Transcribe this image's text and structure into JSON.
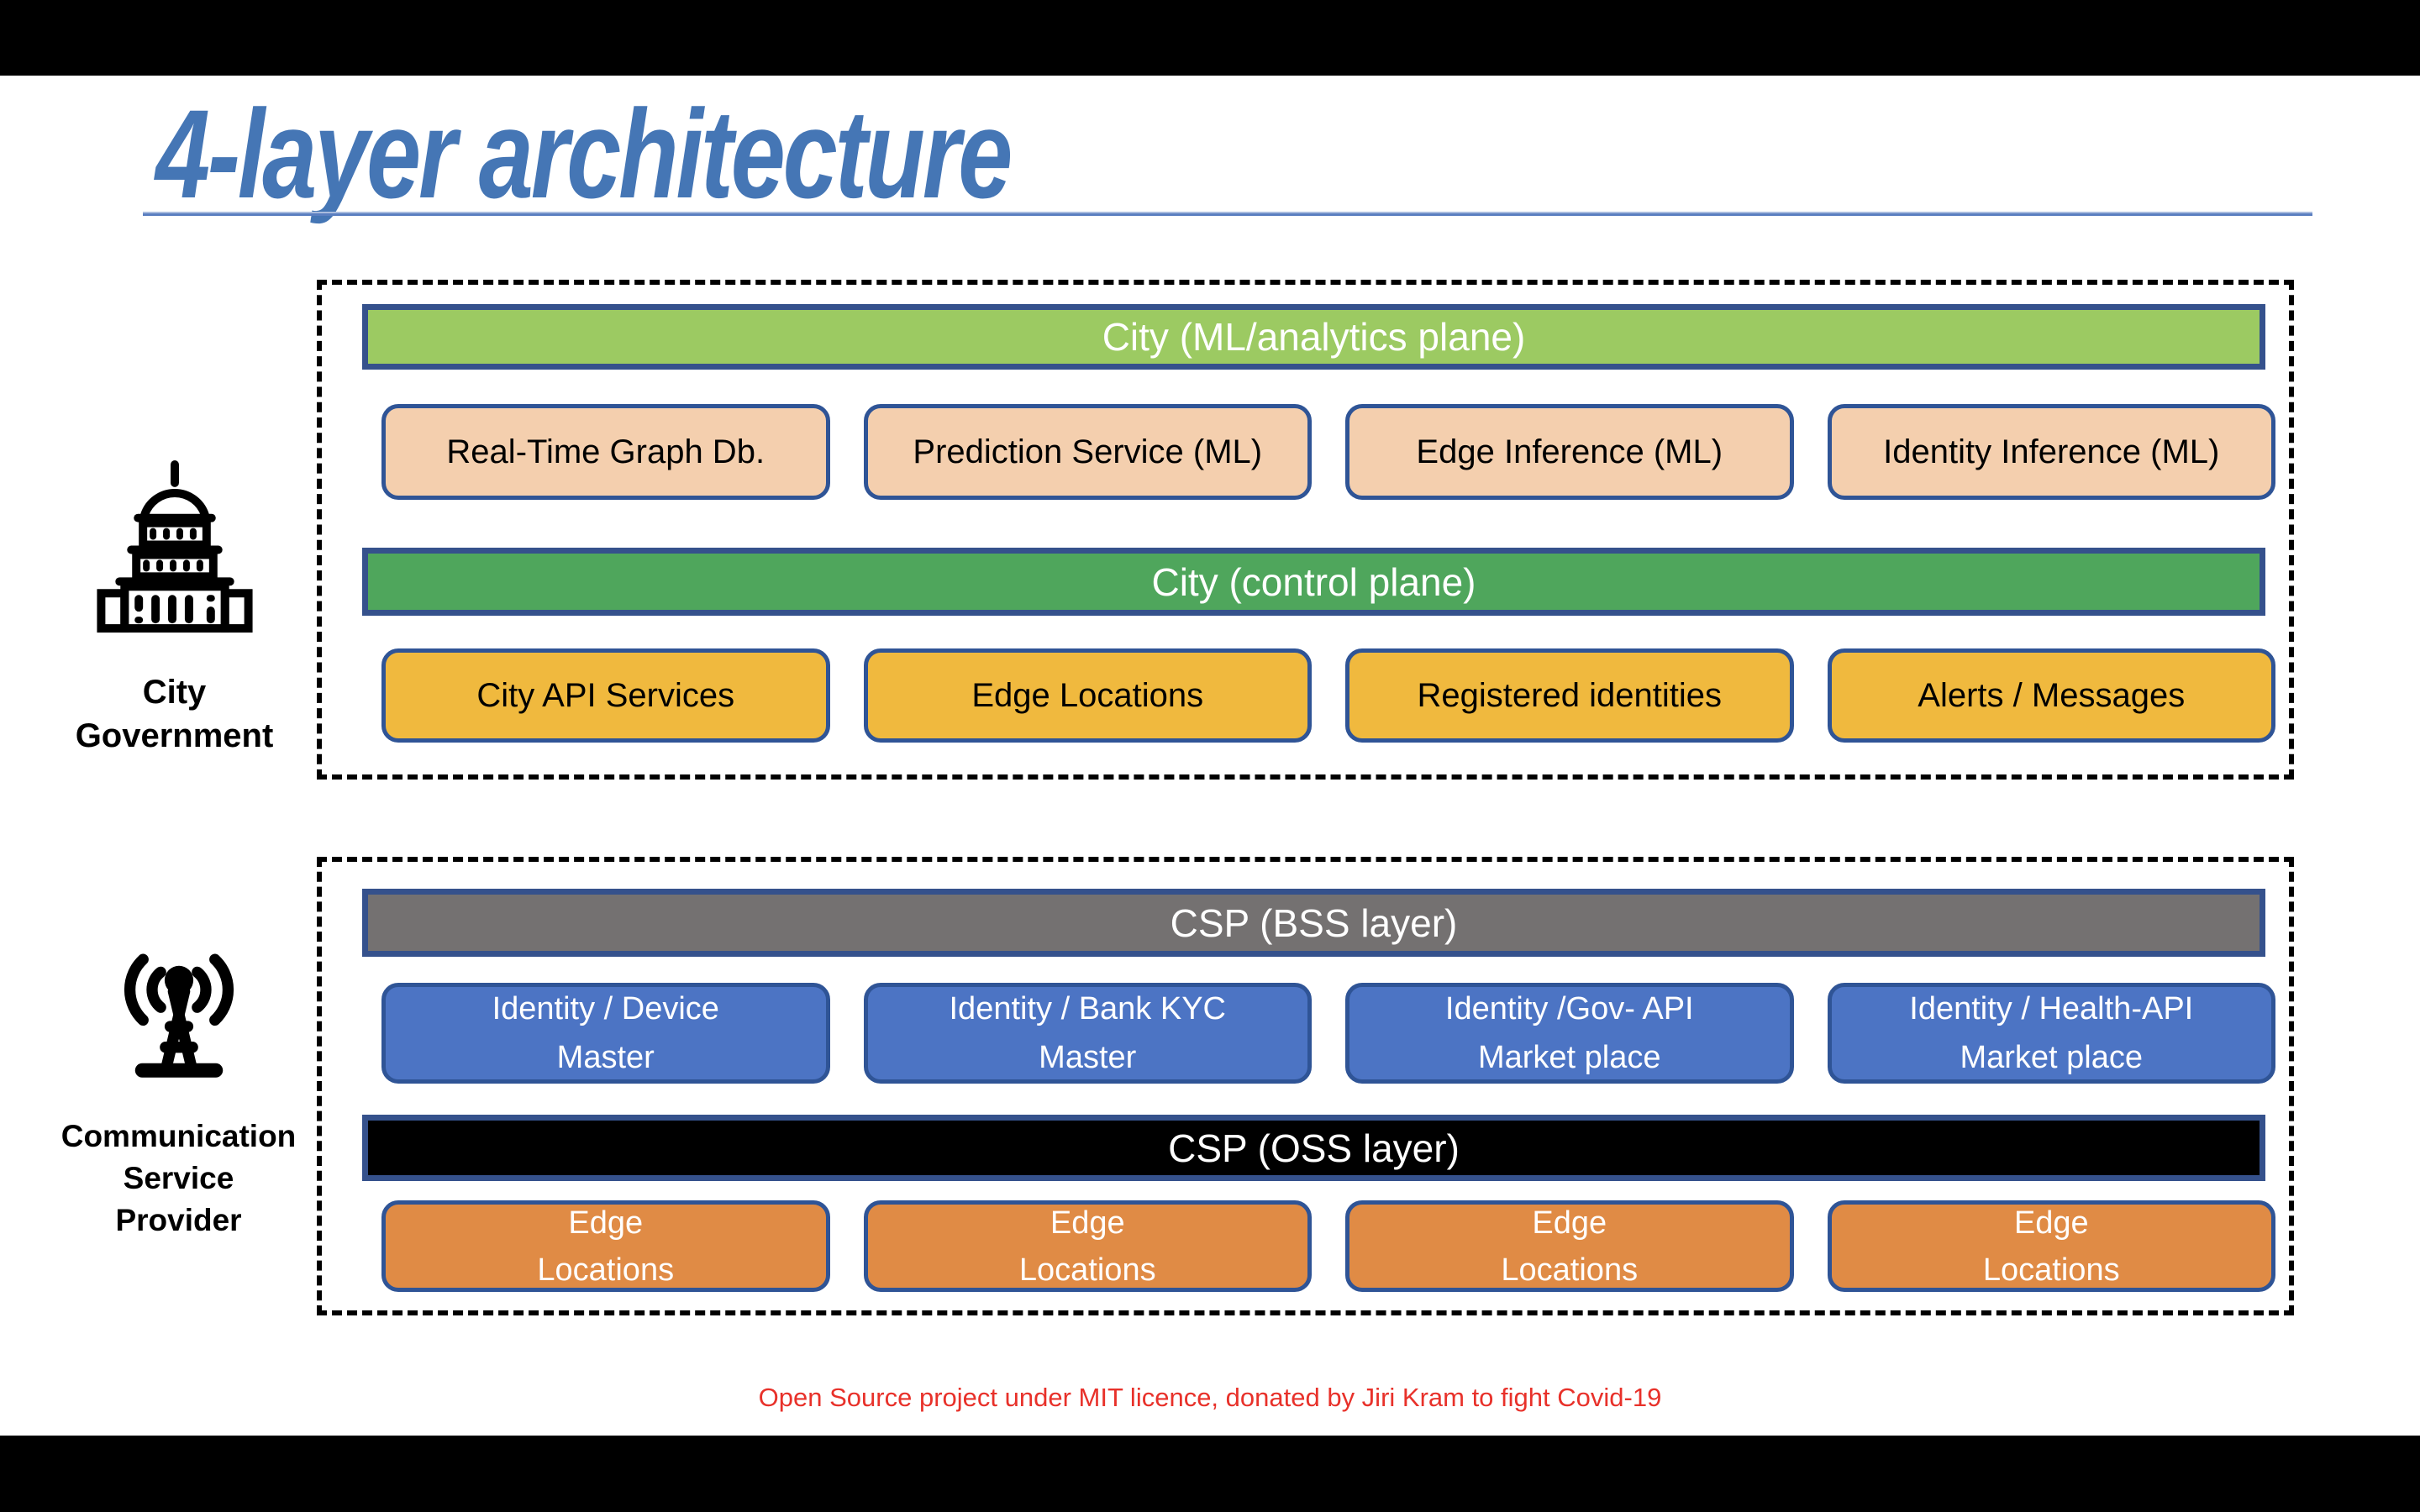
{
  "title": "4-layer architecture",
  "city": {
    "actor_label": "City\nGovernment",
    "actor_icon": "capitol-icon",
    "ml_banner": "City (ML/analytics plane)",
    "ml_boxes": [
      "Real-Time Graph Db.",
      "Prediction Service (ML)",
      "Edge Inference (ML)",
      "Identity Inference (ML)"
    ],
    "control_banner": "City (control plane)",
    "control_boxes": [
      "City API Services",
      "Edge Locations",
      "Registered identities",
      "Alerts / Messages"
    ]
  },
  "csp": {
    "actor_label": "Communication\nService\nProvider",
    "actor_icon": "radio-tower-icon",
    "bss_banner": "CSP (BSS layer)",
    "bss_boxes": [
      "Identity / Device\nMaster",
      "Identity / Bank KYC\nMaster",
      "Identity /Gov- API\nMarket place",
      "Identity / Health-API\nMarket place"
    ],
    "oss_banner": "CSP (OSS layer)",
    "oss_boxes": [
      "Edge\nLocations",
      "Edge\nLocations",
      "Edge\nLocations",
      "Edge\nLocations"
    ]
  },
  "footer": "Open Source project under MIT licence, donated by Jiri Kram to fight Covid-19",
  "colors": {
    "title_blue": "#4576b5",
    "underline_blue": "#5b7fc0",
    "banner_border_blue": "#35518c",
    "box_border_blue": "#2f5496",
    "light_green": "#9cca62",
    "dark_green": "#4fa65c",
    "peach": "#f4cfae",
    "yellow": "#f0b93e",
    "gray": "#747171",
    "oss_black": "#000000",
    "identity_blue": "#4c74c4",
    "orange": "#e08b45",
    "footer_red": "#e8312a"
  }
}
